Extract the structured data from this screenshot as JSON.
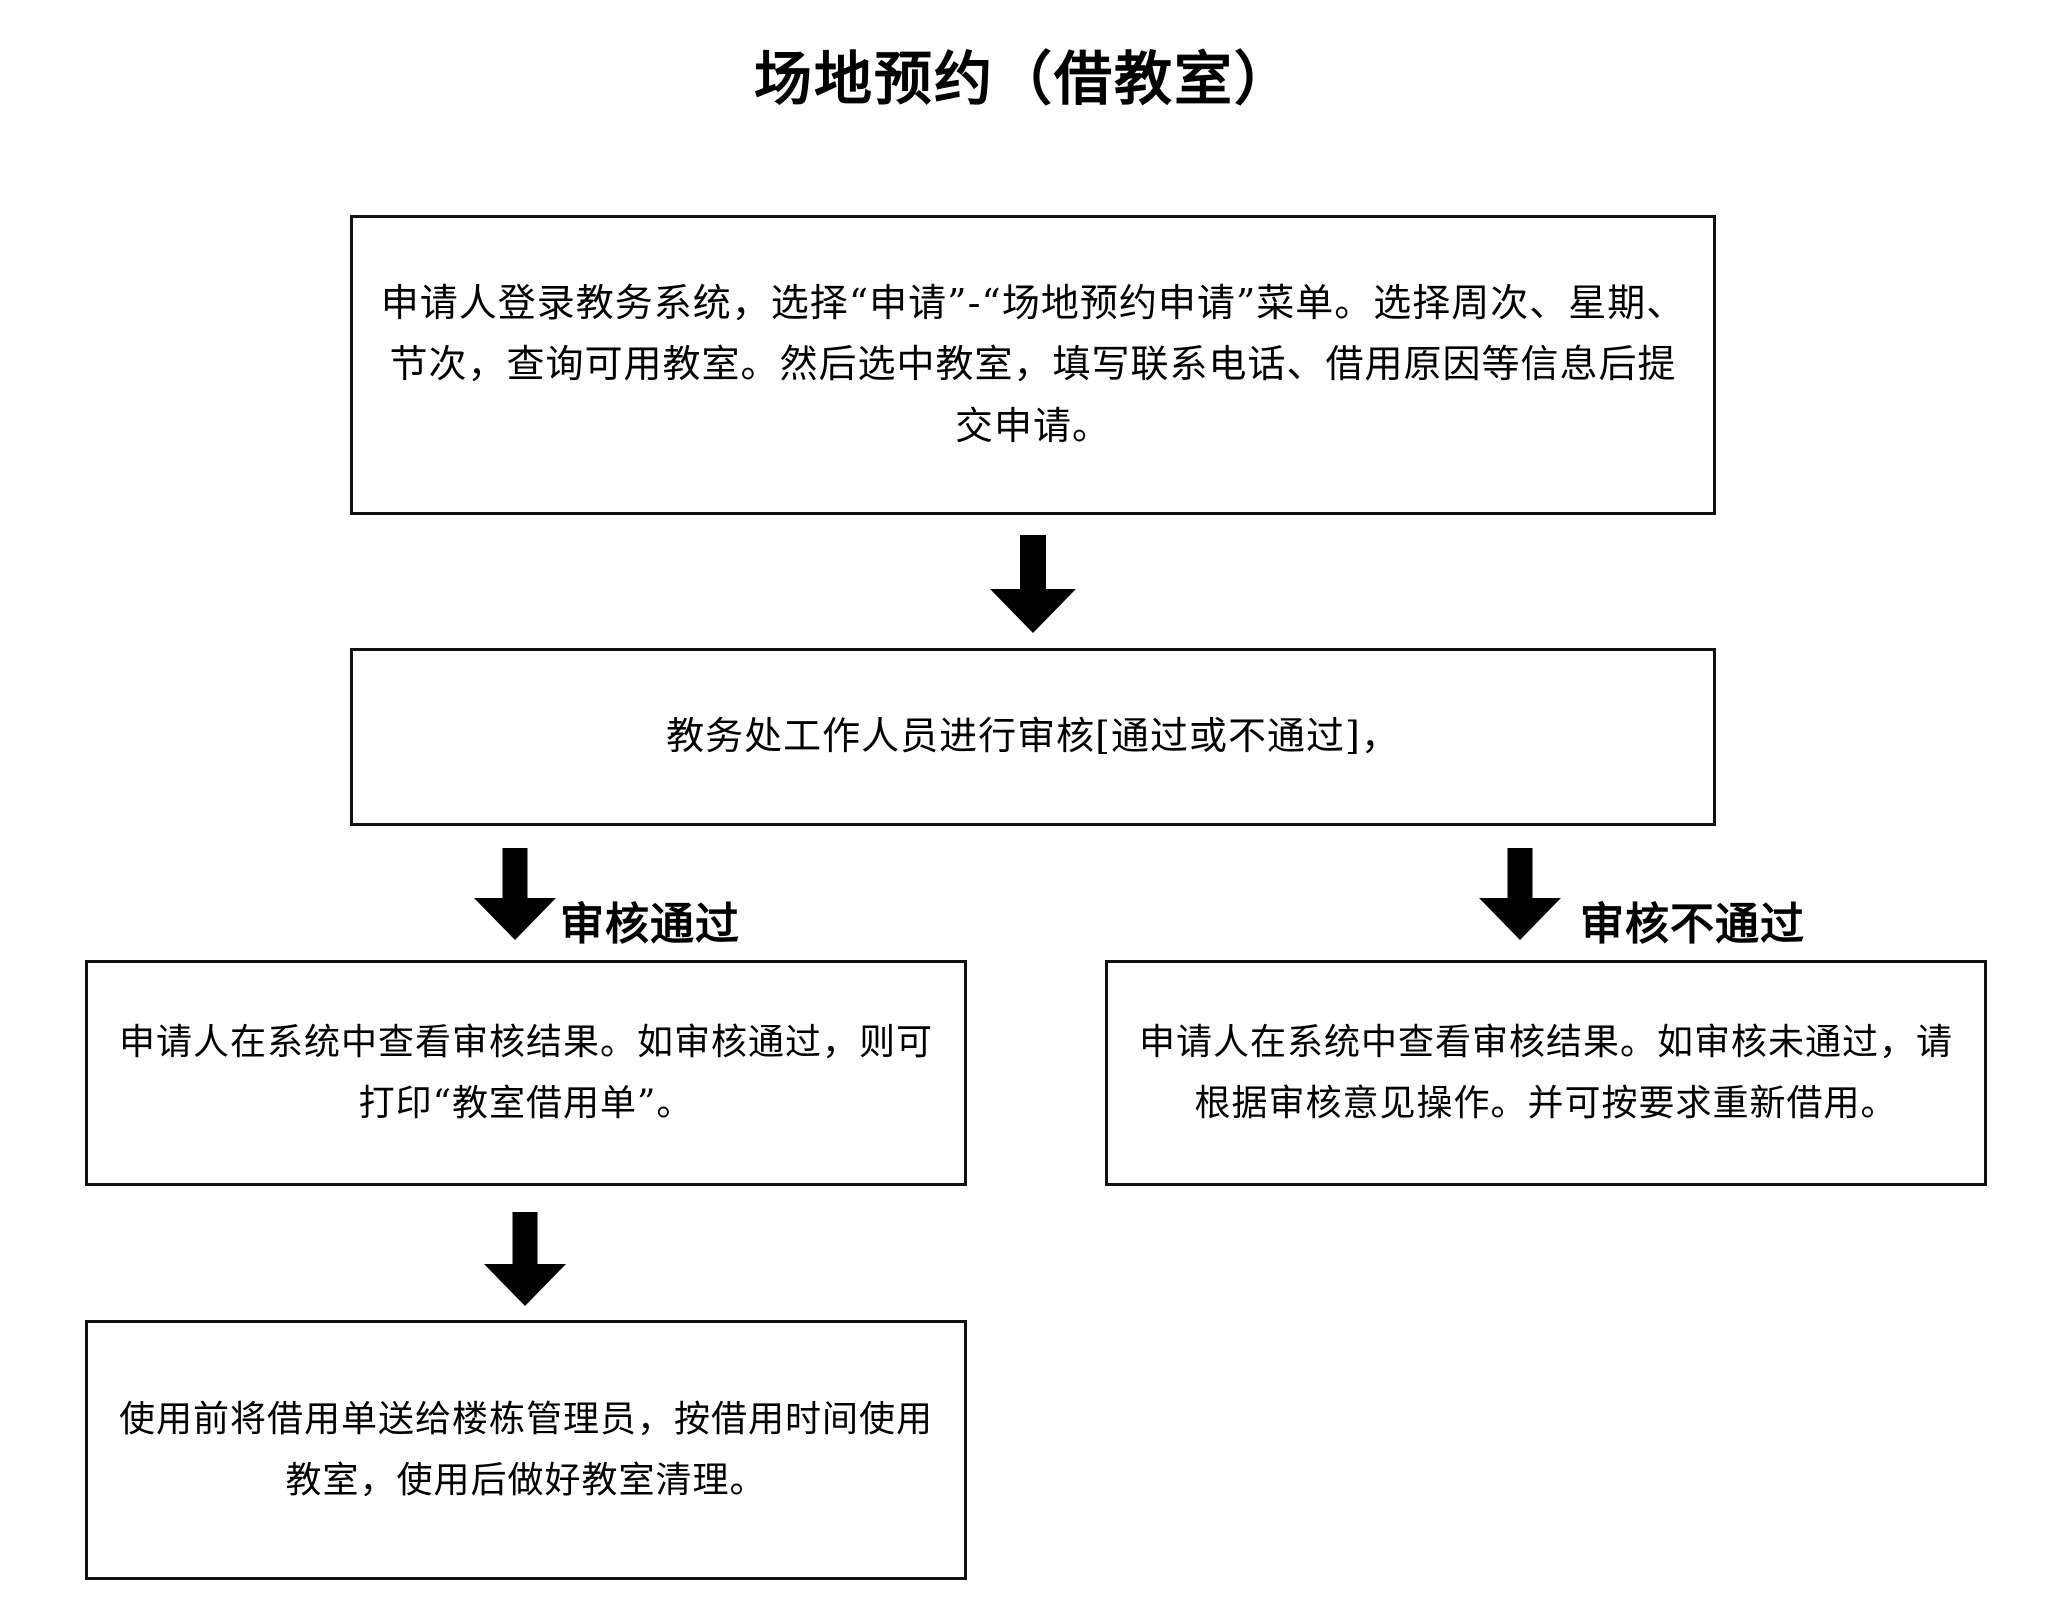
{
  "document": {
    "title": "场地预约（借教室）"
  },
  "flowchart": {
    "type": "flowchart",
    "orientation": "top-down",
    "nodes": [
      {
        "id": "apply",
        "name": "apply-step",
        "text": "申请人登录教务系统，选择“申请”-“场地预约申请”菜单。选择周次、星期、节次，查询可用教室。然后选中教室，填写联系电话、借用原因等信息后提交申请。"
      },
      {
        "id": "review",
        "name": "review-step",
        "text": "教务处工作人员进行审核[通过或不通过]，"
      },
      {
        "id": "passed",
        "name": "approved-result-step",
        "text": "申请人在系统中查看审核结果。如审核通过，则可打印“教室借用单”。"
      },
      {
        "id": "rejected",
        "name": "rejected-result-step",
        "text": "申请人在系统中查看审核结果。如审核未通过，请根据审核意见操作。并可按要求重新借用。"
      },
      {
        "id": "usage",
        "name": "classroom-usage-step",
        "text": "使用前将借用单送给楼栋管理员，按借用时间使用教室，使用后做好教室清理。"
      }
    ],
    "edges": [
      {
        "id": "apply-to-review",
        "from": "apply",
        "to": "review",
        "label": ""
      },
      {
        "id": "review-to-passed",
        "from": "review",
        "to": "passed",
        "label": "审核通过"
      },
      {
        "id": "review-to-rejected",
        "from": "review",
        "to": "rejected",
        "label": "审核不通过"
      },
      {
        "id": "passed-to-usage",
        "from": "passed",
        "to": "usage",
        "label": ""
      }
    ],
    "labels": {
      "pass": "审核通过",
      "fail": "审核不通过"
    },
    "colors": {
      "background": "#ffffff",
      "stroke": "#111111",
      "text": "#000000",
      "arrow": "#000000"
    }
  }
}
